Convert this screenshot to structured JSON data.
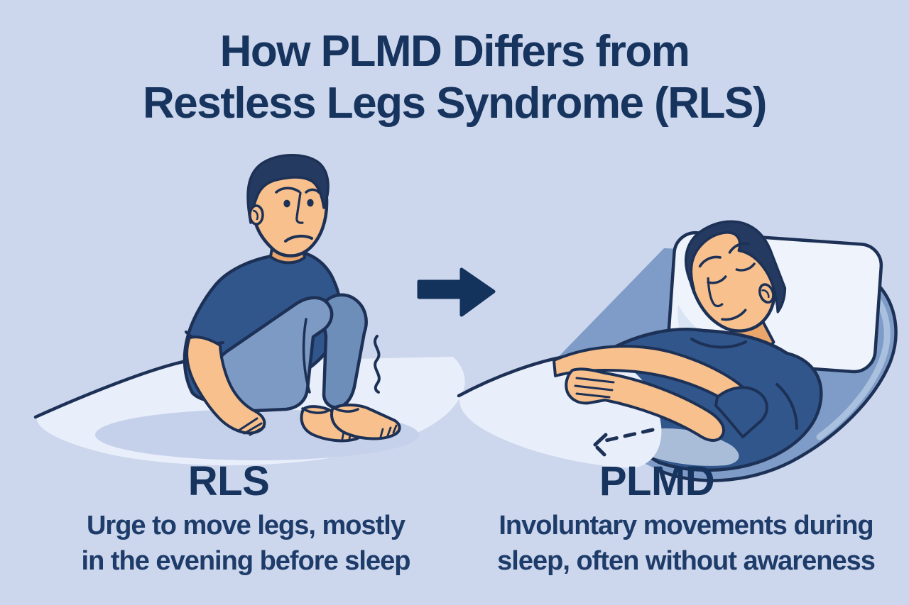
{
  "title": {
    "line1": "How PLMD Differs from",
    "line2": "Restless Legs Syndrome (RLS)"
  },
  "comparison": {
    "left": {
      "label": "RLS",
      "description_line1": "Urge to move legs, mostly",
      "description_line2": "in the evening before sleep",
      "illustration": "worried man sitting on bed hugging knees, tremor squiggle by legs"
    },
    "right": {
      "label": "PLMD",
      "description_line1": "Involuntary movements during",
      "description_line2": "sleep, often without awareness",
      "illustration": "man asleep on pillow under blanket, dashed arrow showing leg movement"
    }
  },
  "icons": {
    "between_scenes": "arrow-right-icon",
    "left_scene": "tremor-squiggle-icon",
    "right_scene": "dashed-movement-arrow-icon"
  },
  "colors": {
    "background": "#ccd6ec",
    "title_text": "#16345e",
    "body_text": "#1e3c69",
    "outline": "#1d3156",
    "arrow": "#14335c",
    "shirt": "#31568c",
    "pants": "#7d9ac4",
    "pants_shadow": "#6e8eba",
    "skin": "#f7c08c",
    "skin_shadow": "#eba66b",
    "hair": "#243a60",
    "sheet": "#e9eefb",
    "sheet_shadow": "#c5d1ea",
    "mattress": "#7e9cc7",
    "mattress_highlight": "#a9c0de",
    "pillow": "#eef3fc",
    "pillow_shade": "#d8e3f4"
  }
}
